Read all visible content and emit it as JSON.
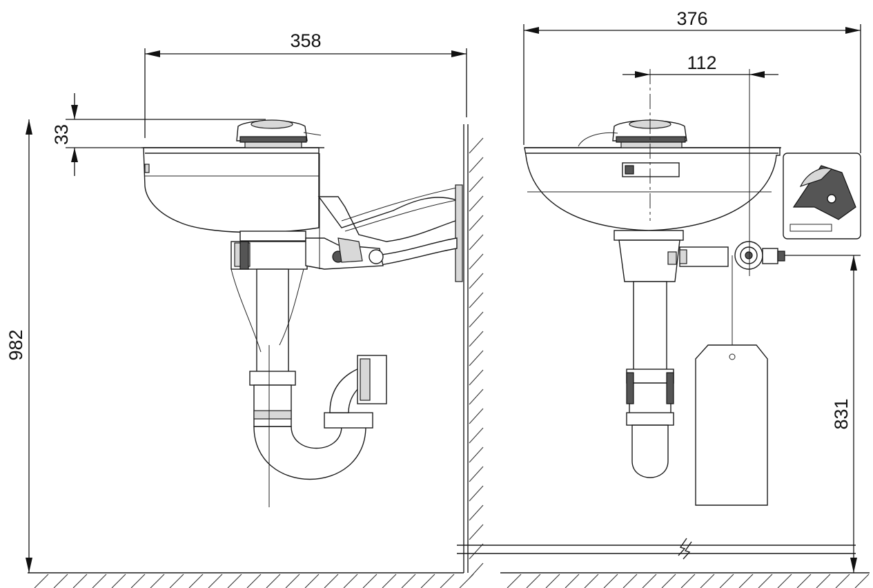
{
  "dimensions": {
    "left_width": "358",
    "top_offset": "33",
    "total_height": "982",
    "right_width": "376",
    "center_offset": "112",
    "outlet_height": "831"
  }
}
